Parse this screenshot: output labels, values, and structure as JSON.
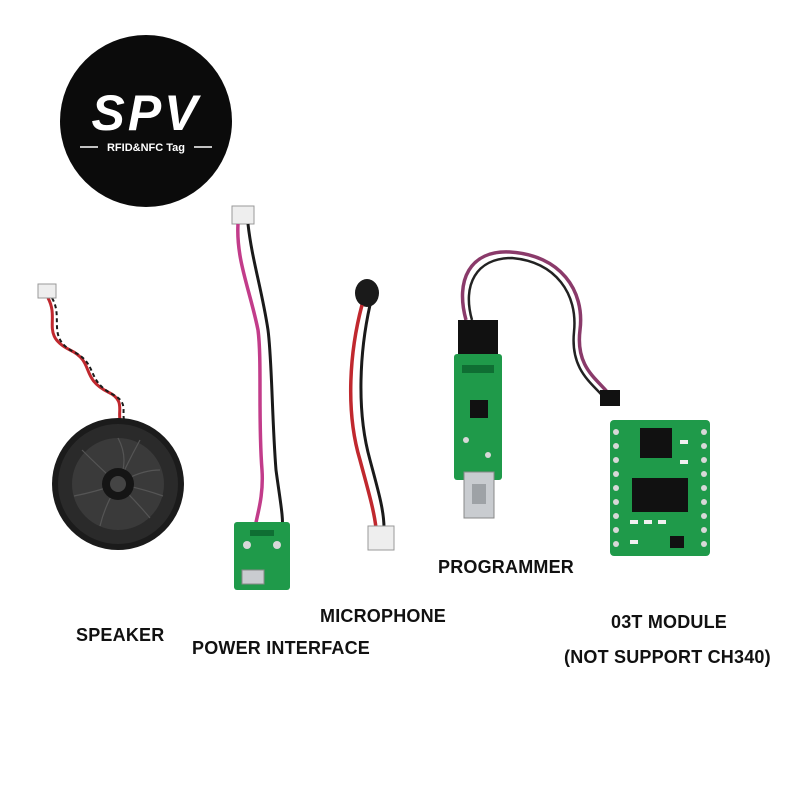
{
  "logo": {
    "brand": "SPV",
    "tagline": "RFID&NFC Tag"
  },
  "labels": {
    "speaker": "SPEAKER",
    "power_interface": "POWER INTERFACE",
    "microphone": "MICROPHONE",
    "programmer": "PROGRAMMER",
    "module_line1": "03T MODULE",
    "module_line2": "(NOT SUPPORT CH340)"
  },
  "colors": {
    "pcb_green": "#1f9a4a",
    "wire_pink": "#c23c8a",
    "wire_black": "#1a1a1a",
    "wire_red": "#c0282e",
    "usb_silver": "#c9ccd0"
  }
}
